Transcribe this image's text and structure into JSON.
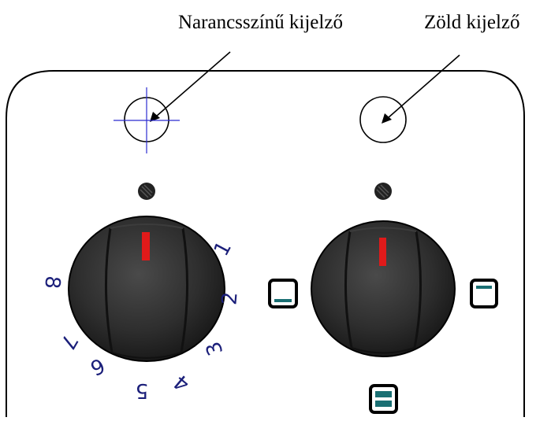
{
  "labels": {
    "orange_indicator": "Narancsszínű kijelző",
    "green_indicator": "Zöld kijelző"
  },
  "temperature_dial": {
    "scale": [
      "1",
      "2",
      "3",
      "4",
      "5",
      "6",
      "7",
      "8"
    ]
  },
  "colors": {
    "knob_body": "#2b2b2b",
    "knob_pointer": "#e01a1a",
    "scale_numbers": "#1b1f7a",
    "crosshair": "#2b2bd0",
    "outline": "#000000"
  },
  "icons": {
    "left_knob_mode": "top-heat-icon",
    "right_knob_top": "top-heat-icon",
    "right_knob_bottom": "top-and-bottom-heat-icon"
  }
}
